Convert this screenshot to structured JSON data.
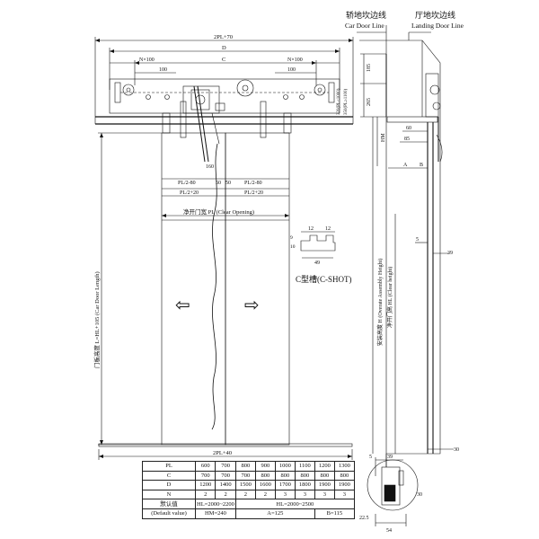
{
  "header": {
    "car_door_cn": "轿地坎边线",
    "car_door_en": "Car Door Line",
    "landing_door_cn": "厅地坎边线",
    "landing_door_en": "Landing Door Line"
  },
  "front_view": {
    "dim_2pl_70": "2PL+70",
    "dim_D": "D",
    "dim_C": "C",
    "dim_nx100_left": "N×100",
    "dim_nx100_right": "N×100",
    "dim_100_left": "100",
    "dim_100_right": "100",
    "dim_160": "160",
    "dim_50_left": "50",
    "dim_50_right": "50",
    "dim_pl2_80_left": "PL/2-80",
    "dim_pl2_80_right": "PL/2-80",
    "dim_pl2_20_left": "PL/2+20",
    "dim_pl2_20_right": "PL/2+20",
    "clear_opening": "净开门宽  PL (Clear Opening)",
    "car_door_length": "门板高度 L=HL+105 (Car Door Length)",
    "dim_2pl_40": "2PL+40",
    "arrow_left": "⇦",
    "arrow_right": "⇨"
  },
  "c_shoe": {
    "dim_12a": "12",
    "dim_12b": "12",
    "dim_9": "9",
    "dim_10": "10",
    "dim_49": "49",
    "label": "C型槽(C-SHOT)"
  },
  "side_view": {
    "dim_185": "185",
    "dim_265": "265",
    "side_labels": [
      "320(PL≤1000)",
      "350(PL≥1100)"
    ],
    "dim_HM": "HM",
    "dim_60": "60",
    "dim_85": "85",
    "dim_B": "B",
    "dim_A": "A",
    "install_height": "安装高度 H (Overate Assembly Height)",
    "clear_height": "净开门高 HL (Clear height)",
    "dim_5": "5",
    "dim_39": "39",
    "dim_30": "30"
  },
  "detail": {
    "dim_5": "5",
    "dim_39": "39",
    "dim_22_5": "22.5",
    "dim_54": "54",
    "dim_30": "30"
  },
  "spec_table": {
    "rows": [
      {
        "label": "PL",
        "values": [
          "600",
          "700",
          "800",
          "900",
          "1000",
          "1100",
          "1200",
          "1300"
        ]
      },
      {
        "label": "C",
        "values": [
          "700",
          "700",
          "700",
          "800",
          "800",
          "800",
          "800",
          "800"
        ]
      },
      {
        "label": "D",
        "values": [
          "1200",
          "1400",
          "1500",
          "1600",
          "1700",
          "1800",
          "1900",
          "1900"
        ]
      },
      {
        "label": "N",
        "values": [
          "2",
          "2",
          "2",
          "2",
          "3",
          "3",
          "3",
          "3"
        ]
      }
    ],
    "default_label": "默认值",
    "default_label_en": "(Default value)",
    "hl_a": "HL=2000~2200",
    "hl_b": "HL=2000~2500",
    "hm": "HM=240",
    "a": "A=125",
    "b": "B=115"
  }
}
